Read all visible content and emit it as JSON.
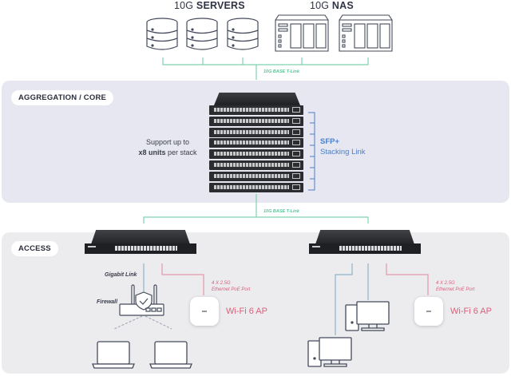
{
  "top": {
    "servers_title_prefix": "10G ",
    "servers_title_bold": "SERVERS",
    "nas_title_prefix": "10G ",
    "nas_title_bold": "NAS",
    "server_icons": [
      "server-icon",
      "server-icon",
      "server-icon"
    ],
    "nas_icons": [
      "nas-icon",
      "nas-icon"
    ],
    "uplink_label": "10G BASE T-Link"
  },
  "aggregation": {
    "section_label": "AGGREGATION / CORE",
    "stack_text_line1": "Support up to",
    "stack_text_bold": "x8 units",
    "stack_text_rest": " per stack",
    "stack_units": 8,
    "sfp_label_bold": "SFP+",
    "sfp_label_rest": "Stacking Link",
    "downlink_label": "10G BASE T-Link"
  },
  "access": {
    "section_label": "ACCESS",
    "left": {
      "gigabit_label": "Gigabit Link",
      "firewall_label": "Firewall",
      "poe_label_line1": "4 X 2.5G",
      "poe_label_line2": "Ethernet PoE Port",
      "ap_label": "Wi-Fi 6 AP",
      "clients": [
        "laptop-icon",
        "laptop-icon"
      ]
    },
    "right": {
      "poe_label_line1": "4 X 2.5G",
      "poe_label_line2": "Ethernet PoE Port",
      "ap_label": "Wi-Fi 6 AP",
      "clients": [
        "desktop-icon",
        "desktop-icon"
      ]
    }
  },
  "colors": {
    "link_green": "#7ed3b0",
    "stack_blue": "#4d7fc9",
    "poe_pink": "#d9607a",
    "gigabit_blue": "#8fb4c9"
  }
}
